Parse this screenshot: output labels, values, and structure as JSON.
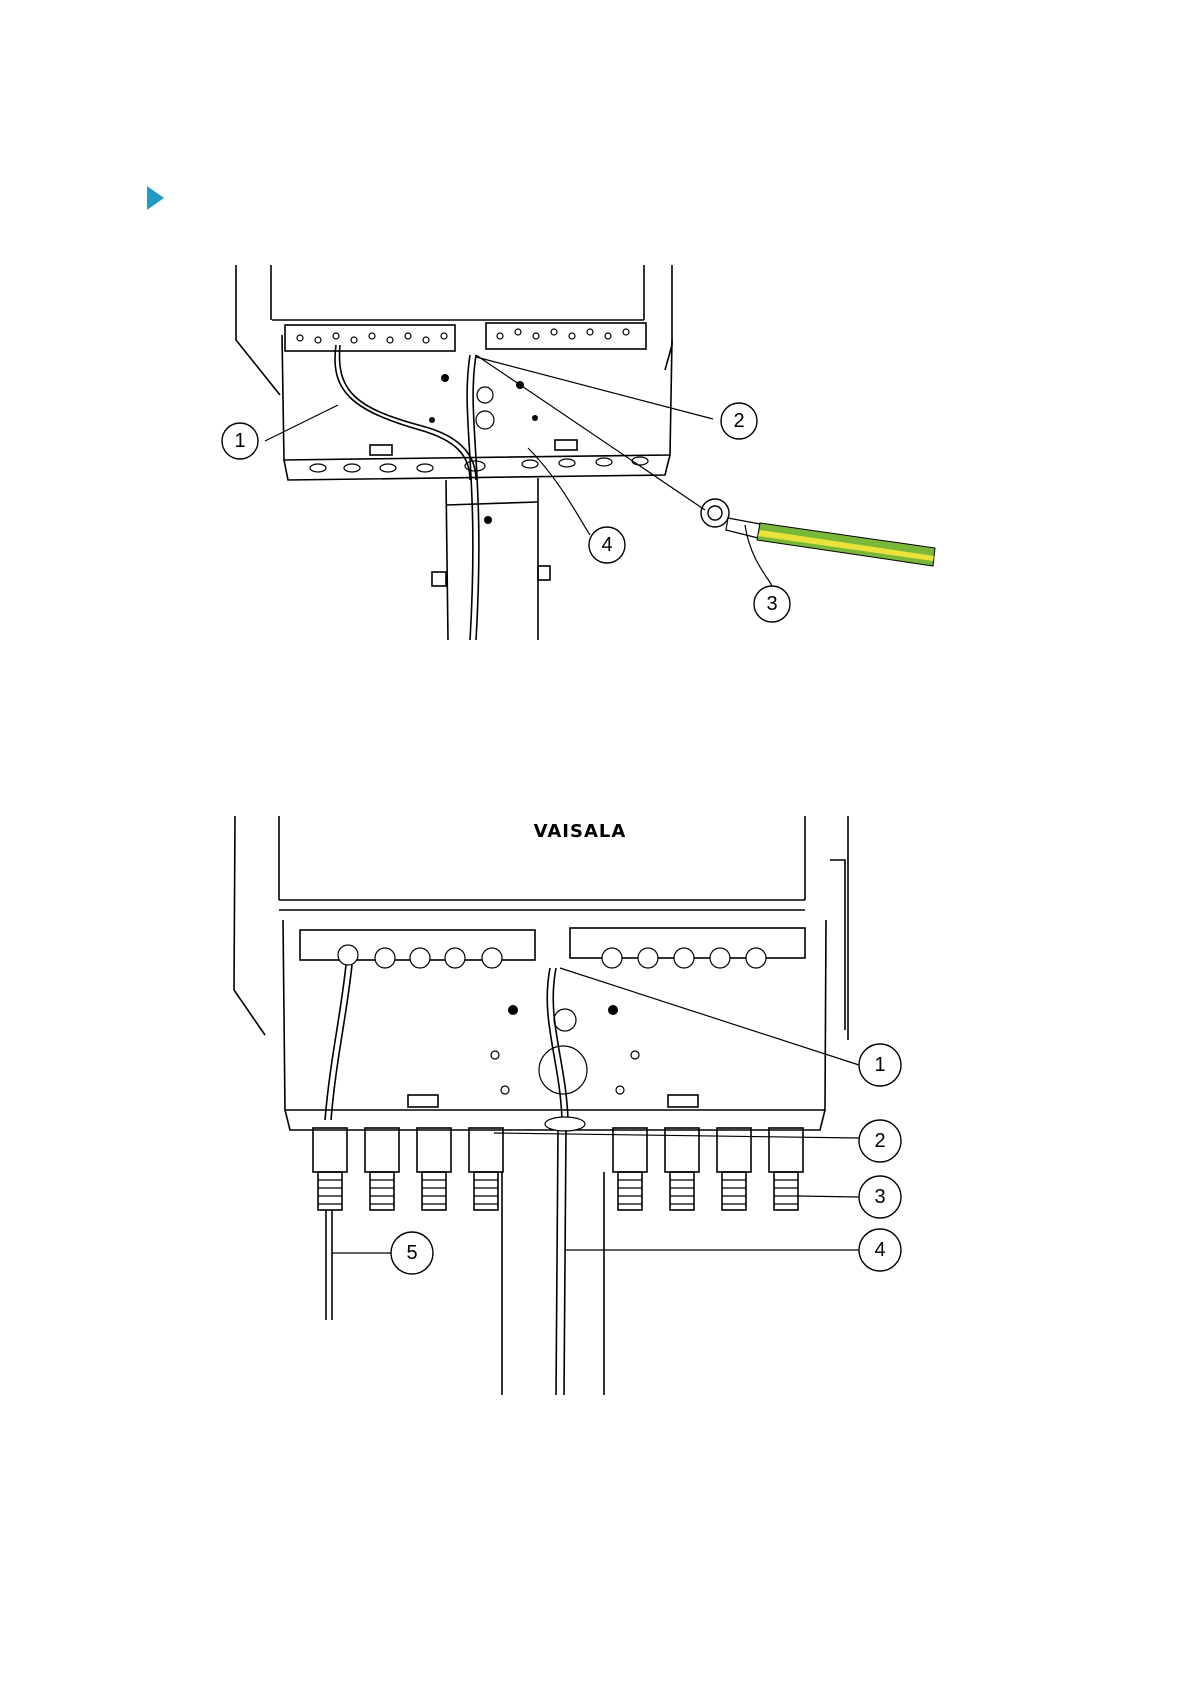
{
  "step_marker": {
    "color": "#1f9bc4",
    "icon": "triangle-right-icon"
  },
  "figure1": {
    "callouts": [
      {
        "label": "1"
      },
      {
        "label": "2"
      },
      {
        "label": "3"
      },
      {
        "label": "4"
      }
    ],
    "ground_wire_colors": {
      "green": "#7ab83a",
      "yellow": "#e8e23a"
    }
  },
  "figure2": {
    "logo_text": "VAISALA",
    "callouts": [
      {
        "label": "1"
      },
      {
        "label": "2"
      },
      {
        "label": "3"
      },
      {
        "label": "4"
      },
      {
        "label": "5"
      }
    ]
  }
}
